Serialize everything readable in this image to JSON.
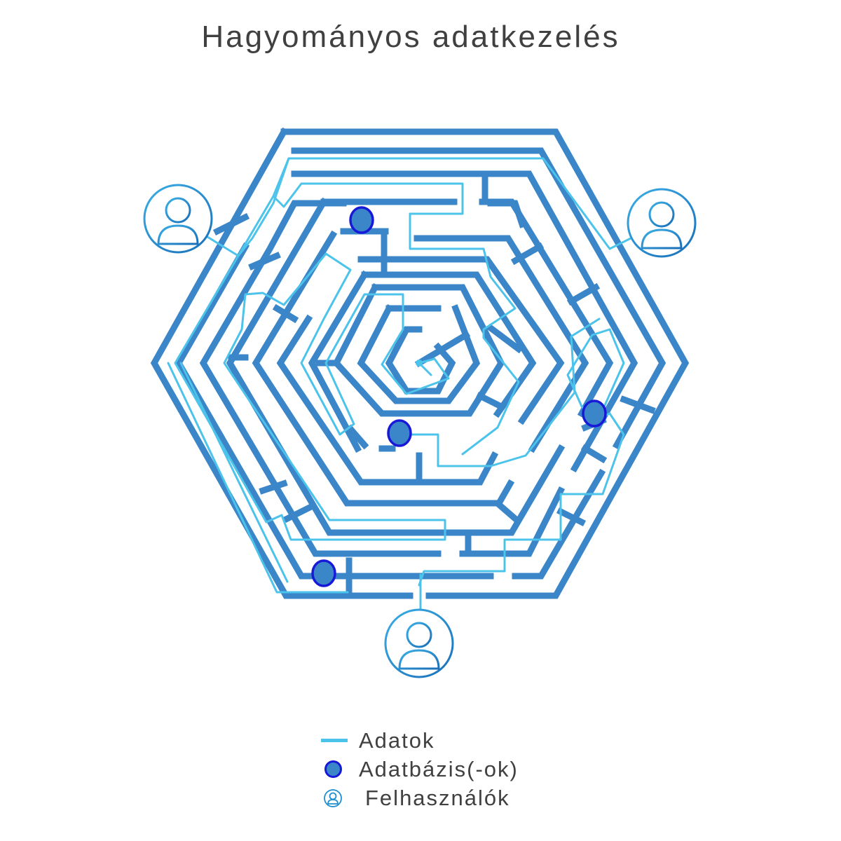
{
  "title": "Hagyományos adatkezelés",
  "legend": {
    "data_label": "Adatok",
    "database_label": "Adatbázis(-ok)",
    "users_label": "Felhasználók"
  },
  "colors": {
    "maze_wall": "#3a86c8",
    "data_path": "#4cc3ea",
    "database_fill": "#3a86c8",
    "database_stroke": "#1818d8",
    "user_icon": "#1f8fcf",
    "text": "#404040"
  },
  "counts": {
    "users": 3,
    "databases": 4
  }
}
